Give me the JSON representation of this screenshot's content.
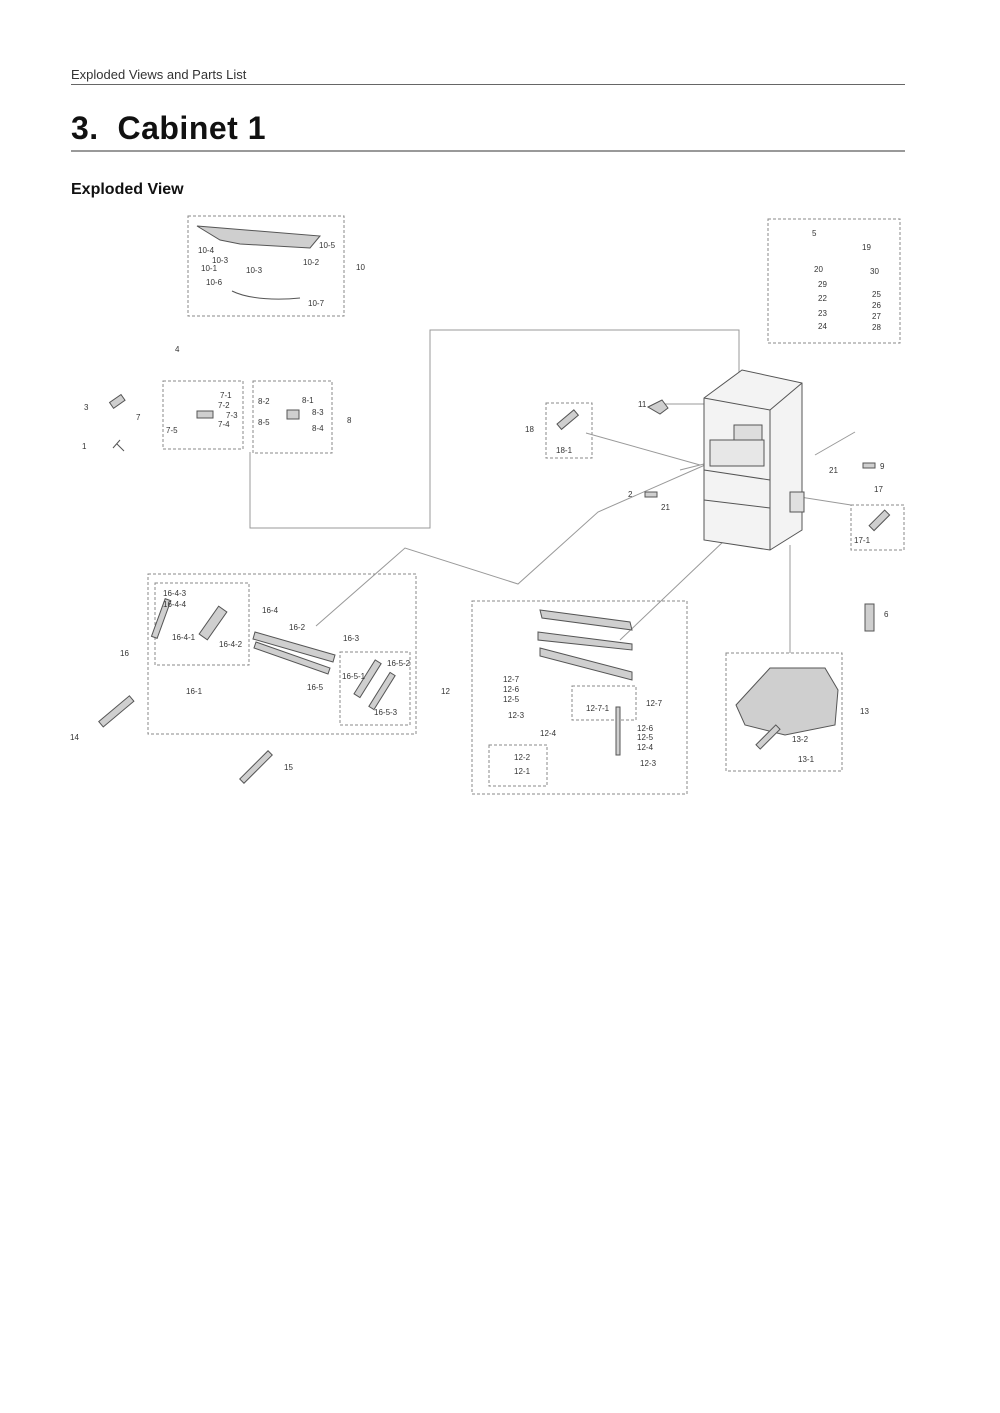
{
  "header": {
    "running_title": "Exploded Views and Parts List"
  },
  "chapter": {
    "number": "3.",
    "title": "Cabinet 1"
  },
  "section": {
    "title": "Exploded View"
  },
  "callouts": [
    "1",
    "2",
    "3",
    "4",
    "5",
    "6",
    "7",
    "7-1",
    "7-2",
    "7-3",
    "7-4",
    "7-5",
    "8",
    "8-1",
    "8-2",
    "8-3",
    "8-4",
    "8-5",
    "9",
    "10",
    "10-1",
    "10-2",
    "10-3",
    "10-3",
    "10-4",
    "10-5",
    "10-6",
    "10-7",
    "11",
    "12",
    "12-1",
    "12-2",
    "12-3",
    "12-3",
    "12-4",
    "12-4",
    "12-5",
    "12-5",
    "12-6",
    "12-6",
    "12-7",
    "12-7",
    "12-7-1",
    "13",
    "13-1",
    "13-2",
    "14",
    "15",
    "16",
    "16-1",
    "16-2",
    "16-3",
    "16-4",
    "16-4-1",
    "16-4-2",
    "16-4-3",
    "16-4-4",
    "16-5",
    "16-5-1",
    "16-5-2",
    "16-5-3",
    "17",
    "17-1",
    "18",
    "18-1",
    "19",
    "20",
    "21",
    "21",
    "22",
    "23",
    "24",
    "25",
    "26",
    "27",
    "28",
    "29",
    "30"
  ]
}
